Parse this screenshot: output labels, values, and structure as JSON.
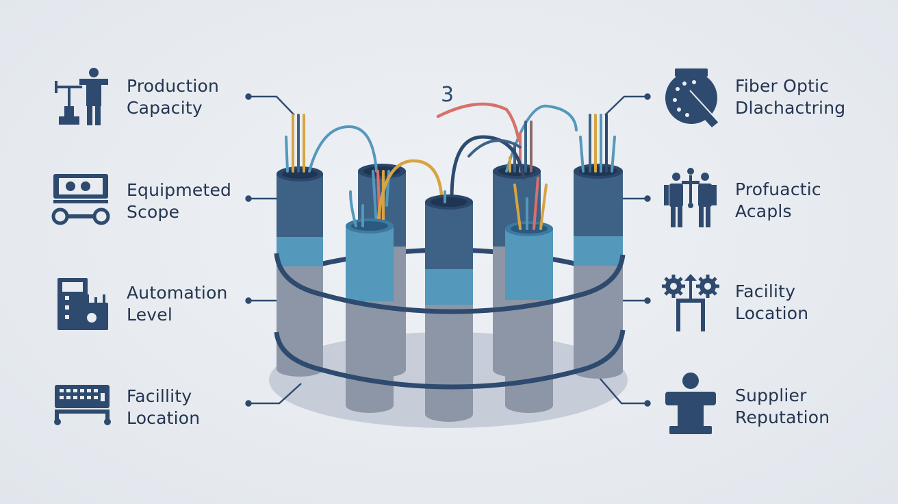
{
  "colors": {
    "navy": "#2e4a6e",
    "steel_blue": "#3d6285",
    "light_blue": "#5498bb",
    "gray": "#8d96a6",
    "red": "#d9706a",
    "gold": "#d6a442"
  },
  "callout_number": "3",
  "left_items": [
    {
      "icon": "worker-with-tool-icon",
      "line1": "Production",
      "line2": "Capacity"
    },
    {
      "icon": "machine-cart-icon",
      "line1": "Equipmeted",
      "line2": "Scope"
    },
    {
      "icon": "control-panel-icon",
      "line1": "Automation",
      "line2": "Level"
    },
    {
      "icon": "keyboard-cart-icon",
      "line1": "Facillity",
      "line2": "Location"
    }
  ],
  "right_items": [
    {
      "icon": "fiber-cutter-disc-icon",
      "line1": "Fiber Optic",
      "line2": "Dlachactring"
    },
    {
      "icon": "people-handshake-icon",
      "line1": "Profuactic",
      "line2": "Acapls"
    },
    {
      "icon": "gears-crane-icon",
      "line1": "Facility",
      "line2": "Location"
    },
    {
      "icon": "person-podium-icon",
      "line1": "Supplier",
      "line2": "Reputation"
    }
  ]
}
